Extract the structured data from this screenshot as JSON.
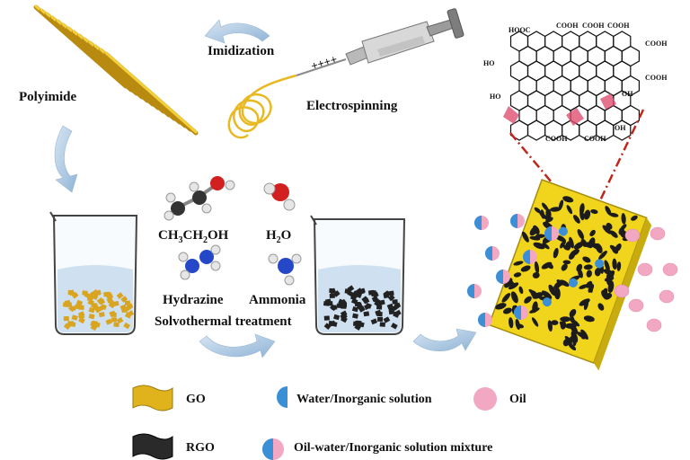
{
  "labels": {
    "polyimide": "Polyimide",
    "imidization": "Imidization",
    "electrospinning": "Electrospinning",
    "ethanol": "CH3CH2OH",
    "water": "H2O",
    "hydrazine": "Hydrazine",
    "ammonia": "Ammonia",
    "solvothermal": "Solvothermal treatment",
    "charges": "++++"
  },
  "chem_groups": {
    "hooc_tl": "HOOC",
    "cooh_t1": "COOH",
    "cooh_t2": "COOH",
    "cooh_t3": "COOH",
    "cooh_tr": "COOH",
    "ho_l": "HO",
    "oh_l2": "HO",
    "oh_r": "OH",
    "cooh_r": "COOH",
    "cooh_b1": "COOH",
    "cooh_b2": "COOH",
    "oh_b": "OH"
  },
  "legend": {
    "go": "GO",
    "rgo": "RGO",
    "water": "Water/Inorganic solution",
    "oil": "Oil",
    "mixture": "Oil-water/Inorganic solution mixture"
  },
  "colors": {
    "fiber": "#e8b923",
    "go": "#d9a520",
    "rgo": "#222222",
    "water_drop": "#3a8fd6",
    "oil_drop": "#f2a7c3",
    "arrow": "#a9c6e3",
    "liquid": "#cfe0f0",
    "dash_line": "#c0261c"
  },
  "icons": [
    "arrow-icon",
    "syringe-icon",
    "beaker-icon",
    "molecule-icon",
    "droplet-icon"
  ]
}
